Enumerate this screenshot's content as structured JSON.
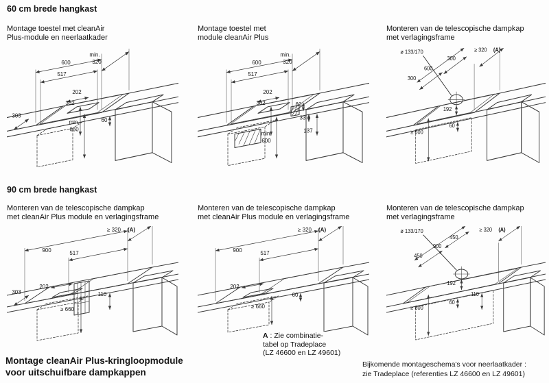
{
  "sections": {
    "s60": "60 cm brede hangkast",
    "s90": "90 cm brede hangkast"
  },
  "footer": {
    "left1": "Montage cleanAir Plus-kringloopmodule",
    "left2": "voor uitschuifbare dampkappen",
    "right1": "Bijkomende montageschema's voor neerlaatkader :",
    "right2": "zie Tradeplace (referenties LZ 46600 en LZ 49601)"
  },
  "note": {
    "a": "A",
    "l1": " : Zie combinatie-",
    "l2": "tabel op Tradeplace",
    "l3": "(LZ 46600 en LZ 49601)"
  },
  "d1": {
    "caption1": "Montage toestel met cleanAir",
    "caption2": "Plus-module en neerlaatkader",
    "dims": {
      "w600": "600",
      "w517": "517",
      "min_a": "min.",
      "d320": "320",
      "w202": "202",
      "h302": "302",
      "d303": "303",
      "min_b": "min.",
      "h660": "660",
      "g60": "60"
    }
  },
  "d2": {
    "caption1": "Montage toestel met",
    "caption2": "module cleanAir Plus",
    "dims": {
      "w600": "600",
      "w517": "517",
      "min_a": "min.",
      "d320": "320",
      "w202": "202",
      "h302": "302",
      "g60": "60",
      "g33": "33",
      "g137": "137",
      "min_b": "min.",
      "h600": "600"
    }
  },
  "d3": {
    "caption1": "Monteren van de telescopische dampkap",
    "caption2": "met verlagingsframe",
    "dims": {
      "dia": "ø 133/170",
      "ge320": "≥ 320",
      "a": "(A)",
      "d300a": "300",
      "w600": "600",
      "d300b": "300",
      "d192": "192",
      "h600": "≥ 600",
      "g60": "60"
    }
  },
  "d4": {
    "caption1": "Monteren van de telescopische dampkap",
    "caption2": "met cleanAir Plus module en verlagingsframe",
    "dims": {
      "w900": "900",
      "w517": "517",
      "ge320": "≥ 320",
      "a": "(A)",
      "w202": "202",
      "d303": "303",
      "h660": "≥ 660",
      "g110": "110"
    }
  },
  "d5": {
    "caption1": "Monteren van de telescopische dampkap",
    "caption2": "met cleanAir Plus module en verlagingsframe",
    "dims": {
      "w900": "900",
      "w517": "517",
      "ge320": "≥ 320",
      "a": "(A)",
      "w202": "202",
      "h660": "≥ 660",
      "g60": "60"
    }
  },
  "d6": {
    "caption1": "Monteren van de telescopische dampkap",
    "caption2": "met verlagingsframe",
    "dims": {
      "dia": "ø 133/170",
      "ge320": "≥ 320",
      "a": "(A)",
      "d450a": "450",
      "w900": "900",
      "d450b": "450",
      "d192": "192",
      "h600": "≥ 600",
      "g60": "60",
      "g110": "110"
    }
  }
}
